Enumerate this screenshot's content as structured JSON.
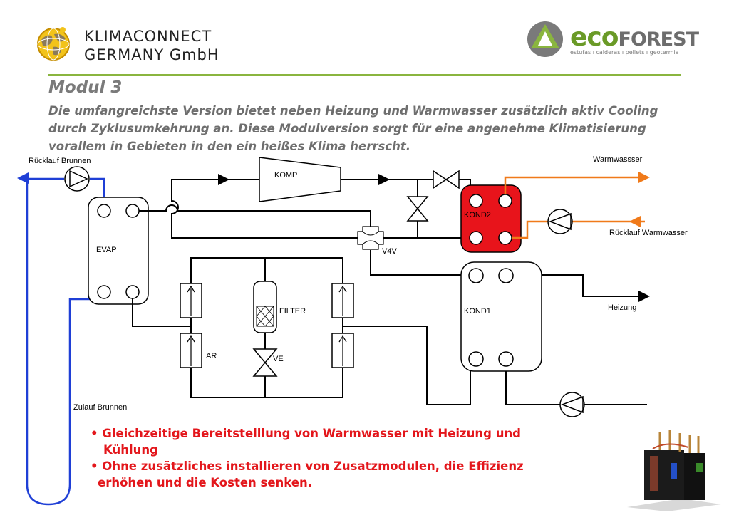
{
  "header": {
    "left_logo": {
      "line1": "KLIMACONNECT",
      "line2": "GERMANY GmbH"
    },
    "right_logo": {
      "word_eco": "eco",
      "word_forest": "FOREST",
      "tagline": "estufas ı calderas ı pellets ı geotermia"
    }
  },
  "slide": {
    "title": "Modul 3",
    "description": "Die umfangreichste Version bietet neben Heizung und Warmwasser zusätzlich aktiv Cooling durch Zyklusumkehrung an. Diese Modulversion sorgt für eine angenehme Klimatisierung vorallem in Gebieten in den ein heißes Klima herrscht."
  },
  "diagram": {
    "labels": {
      "ruecklauf_brunnen": "Rücklauf Brunnen",
      "zulauf_brunnen": "Zulauf Brunnen",
      "evap": "EVAP",
      "komp": "KOMP",
      "kond2": "KOND2",
      "kond1": "KOND1",
      "v4v": "V4V",
      "filter": "FILTER",
      "ar": "AR",
      "ve": "VE",
      "warmwasser": "Warmwassser",
      "ruecklauf_warmwasser": "Rücklauf Warmwasser",
      "heizung": "Heizung"
    },
    "colors": {
      "brine": "#1f3fd6",
      "hot_water": "#f07a1a",
      "kond2_fill": "#e8141b",
      "refrigerant": "#000000"
    }
  },
  "bullets": [
    {
      "line1": "• Gleichzeitige Bereitstelllung von Warmwasser mit Heizung und",
      "line2": "Kühlung"
    },
    {
      "line1": "• Ohne zusätzliches installieren von Zusatzmodulen, die Effizienz",
      "line2": "erhöhen und die Kosten senken."
    }
  ]
}
